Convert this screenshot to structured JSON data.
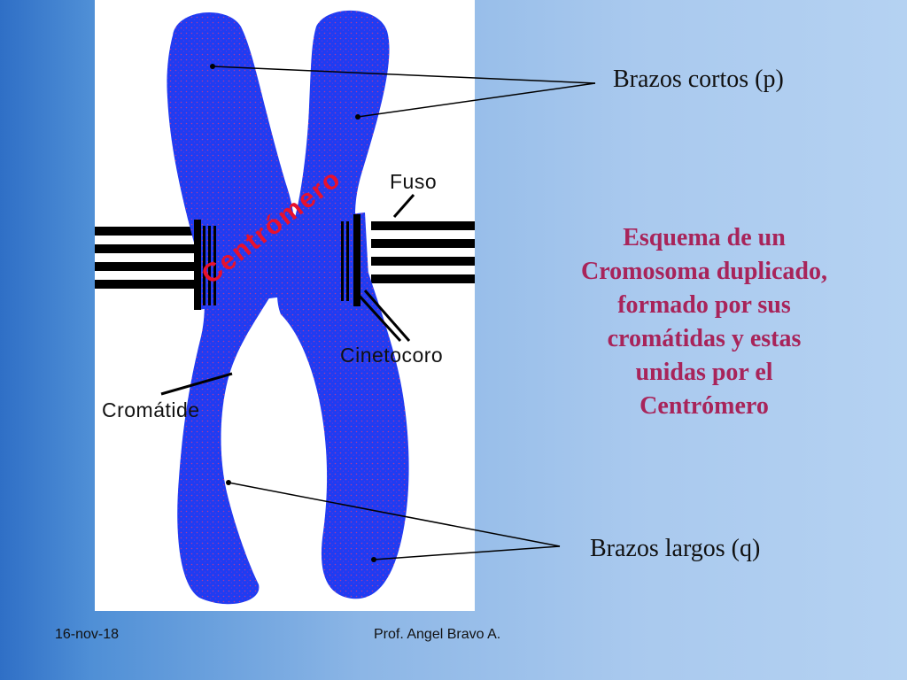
{
  "diagram": {
    "labels": {
      "fuso": "Fuso",
      "centromero": "Centrómero",
      "cinetocoro": "Cinetocoro",
      "cromatide": "Cromátide"
    }
  },
  "callouts": {
    "short_arms": "Brazos  cortos  (p)",
    "long_arms": "Brazos  largos  (q)"
  },
  "description": {
    "lines": [
      "Esquema de un",
      "Cromosoma duplicado,",
      "formado por sus",
      "cromátidas y estas",
      "unidas por el",
      "Centrómero"
    ]
  },
  "footer": {
    "date": "16-nov-18",
    "author": "Prof.  Angel Bravo A."
  },
  "colors": {
    "chromosome": "#1f3cf2",
    "centromere_label": "#e8112d",
    "description_text": "#a8245a"
  }
}
